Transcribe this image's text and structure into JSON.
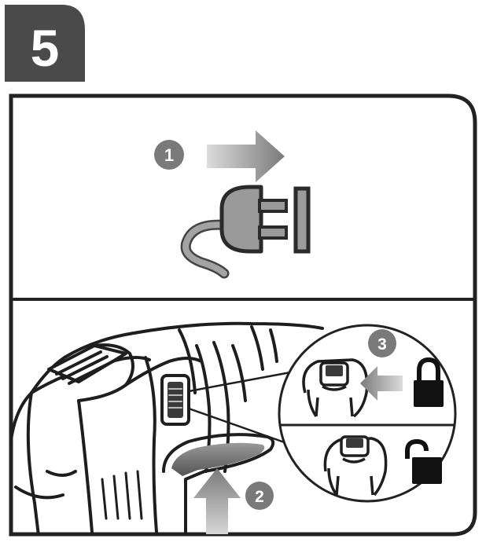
{
  "step": {
    "number": "5"
  },
  "panel_top": {
    "callout": "1",
    "arrow_icon": "arrow-right-icon",
    "plug_icon": "power-plug-icon",
    "socket_icon": "socket-icon"
  },
  "panel_bottom": {
    "callouts": [
      "2",
      "3"
    ],
    "tool_icon": "power-tool-housing-icon",
    "lock_icon": "padlock-locked-icon",
    "unlock_icon": "padlock-unlocked-icon"
  },
  "colors": {
    "badge": "#4a4a4a",
    "callout": "#7a7a7a",
    "frame": "#222222",
    "arrow_light": "#dcdcdc",
    "arrow_dark": "#7d7d7d"
  }
}
